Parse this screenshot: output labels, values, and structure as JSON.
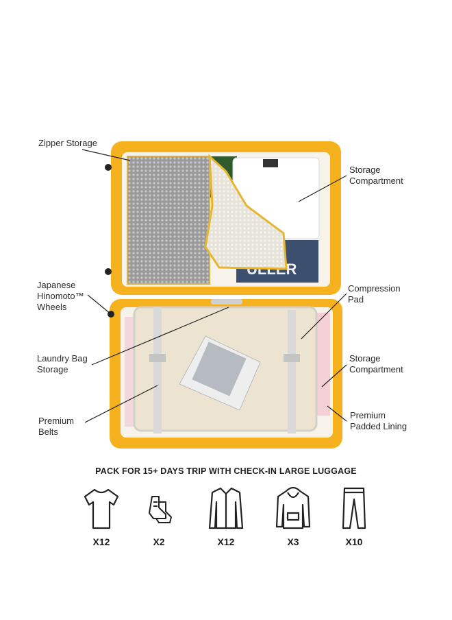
{
  "callouts": {
    "zipper_storage": "Zipper Storage",
    "storage_compartment_top": [
      "Storage",
      "Compartment"
    ],
    "wheels": [
      "Japanese",
      "Hinomoto™",
      "Wheels"
    ],
    "compression_pad": [
      "Compression",
      "Pad"
    ],
    "laundry_bag": [
      "Laundry Bag",
      "Storage"
    ],
    "storage_compartment_bottom": [
      "Storage",
      "Compartment"
    ],
    "premium_belts": [
      "Premium",
      "Belts"
    ],
    "premium_lining": [
      "Premium",
      "Padded Lining"
    ]
  },
  "headline": "PACK FOR 15+ DAYS TRIP WITH CHECK-IN LARGE LUGGAGE",
  "packing_items": [
    {
      "icon": "tshirt-icon",
      "count": "X12"
    },
    {
      "icon": "shoes-icon",
      "count": "X2"
    },
    {
      "icon": "shirt-icon",
      "count": "X12"
    },
    {
      "icon": "hoodie-icon",
      "count": "X3"
    },
    {
      "icon": "pants-icon",
      "count": "X10"
    }
  ],
  "colors": {
    "shell": "#f5b21e",
    "shell_dark": "#e29a0c",
    "lining": "#f7f3ea",
    "mesh": "#8d8d8d",
    "text": "#2b2b2b"
  }
}
